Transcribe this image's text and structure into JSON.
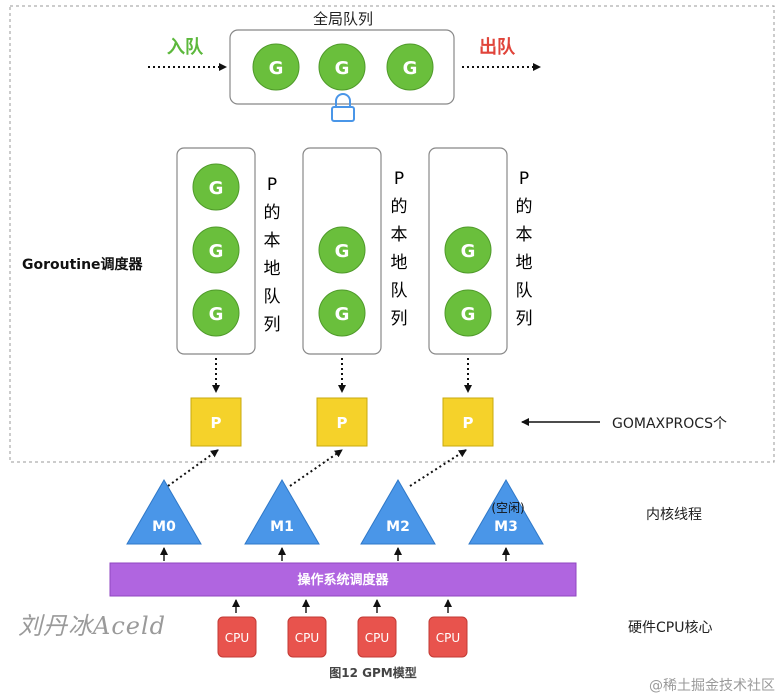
{
  "global_queue": {
    "title": "全局队列",
    "enqueue_label": "入队",
    "dequeue_label": "出队",
    "enqueue_color": "#5cb83c",
    "dequeue_color": "#e0443a",
    "items": [
      "G",
      "G",
      "G"
    ]
  },
  "scheduler_label": "Goroutine调度器",
  "local_queues": [
    {
      "label_chars": [
        "P",
        "的",
        "本",
        "地",
        "队",
        "列"
      ],
      "items": [
        "G",
        "G",
        "G"
      ]
    },
    {
      "label_chars": [
        "P",
        "的",
        "本",
        "地",
        "队",
        "列"
      ],
      "items": [
        "G",
        "G"
      ]
    },
    {
      "label_chars": [
        "P",
        "的",
        "本",
        "地",
        "队",
        "列"
      ],
      "items": [
        "G",
        "G"
      ]
    }
  ],
  "processors": [
    "P",
    "P",
    "P"
  ],
  "gomaxprocs_label": "GOMAXPROCS个",
  "threads": [
    {
      "label": "M0",
      "note": ""
    },
    {
      "label": "M1",
      "note": ""
    },
    {
      "label": "M2",
      "note": ""
    },
    {
      "label": "M3",
      "note": "(空闲)"
    }
  ],
  "kernel_thread_label": "内核线程",
  "os_scheduler_label": "操作系统调度器",
  "cpus": [
    "CPU",
    "CPU",
    "CPU",
    "CPU"
  ],
  "hardware_label": "硬件CPU核心",
  "signature": "刘丹冰Aceld",
  "caption": "图12  GPM模型",
  "watermark": "@稀土掘金技术社区",
  "colors": {
    "goroutine": "#6abf3c",
    "processor": "#f5d22a",
    "thread": "#4a96e8",
    "os_bar": "#b065e0",
    "cpu": "#e8534d",
    "lock": "#4a96e8"
  }
}
